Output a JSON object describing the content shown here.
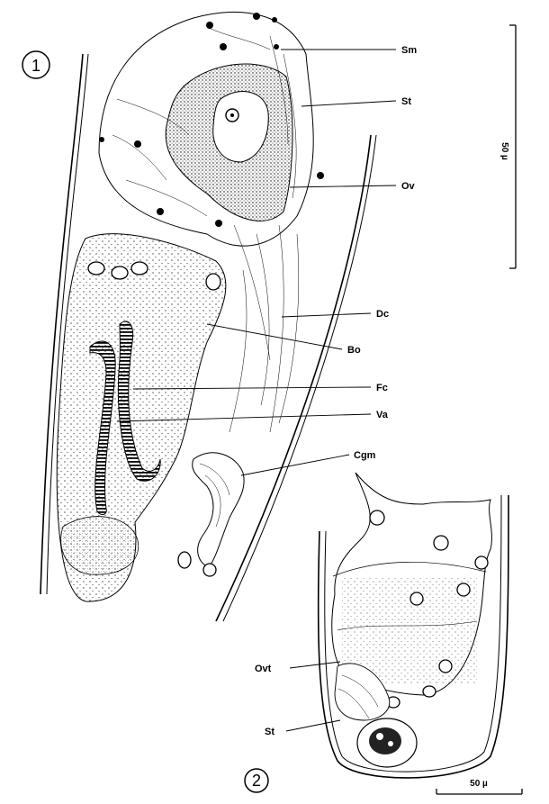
{
  "figure": {
    "panel_1_number": "1",
    "panel_2_number": "2",
    "scale_bar_1": "50 µ",
    "scale_bar_2": "50 µ",
    "labels_panel_1": [
      "Sm",
      "St",
      "Ov",
      "Dc",
      "Bo",
      "Fc",
      "Va",
      "Cgm"
    ],
    "labels_panel_2": [
      "Ovt",
      "St"
    ]
  }
}
